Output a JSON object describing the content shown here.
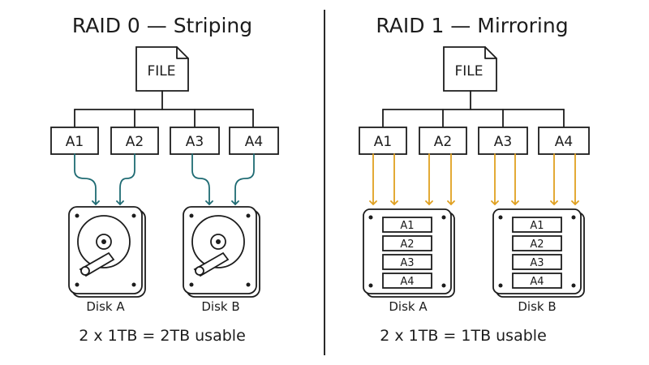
{
  "raid0": {
    "title": "RAID 0 — Striping",
    "file_label": "FILE",
    "blocks": [
      "A1",
      "A2",
      "A3",
      "A4"
    ],
    "disks": [
      {
        "label": "Disk A",
        "blocks": [
          "A1",
          "A2"
        ]
      },
      {
        "label": "Disk B",
        "blocks": [
          "A3",
          "A4"
        ]
      }
    ],
    "summary": "2 x 1TB = 2TB usable",
    "arrow_color": "#1f6b73"
  },
  "raid1": {
    "title": "RAID 1 — Mirroring",
    "file_label": "FILE",
    "blocks": [
      "A1",
      "A2",
      "A3",
      "A4"
    ],
    "disks": [
      {
        "label": "Disk A",
        "blocks": [
          "A1",
          "A2",
          "A3",
          "A4"
        ]
      },
      {
        "label": "Disk B",
        "blocks": [
          "A1",
          "A2",
          "A3",
          "A4"
        ]
      }
    ],
    "summary": "2 x 1TB = 1TB usable",
    "arrow_color": "#e0a020"
  }
}
